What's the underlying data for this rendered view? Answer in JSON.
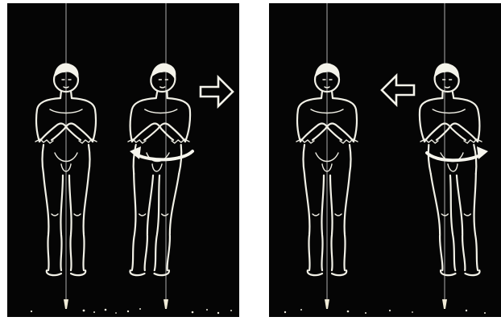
{
  "illustration": {
    "left_panel": {
      "figures": [
        "standing-figure-neutral",
        "standing-figure-rotating"
      ],
      "direction_arrow": "right-arrow-icon",
      "rotation": "counterclockwise"
    },
    "right_panel": {
      "figures": [
        "standing-figure-neutral",
        "standing-figure-rotating"
      ],
      "direction_arrow": "left-arrow-icon",
      "rotation": "clockwise"
    },
    "colors": {
      "background": "#050505",
      "line": "#f1f0e6",
      "page": "#ffffff"
    }
  }
}
